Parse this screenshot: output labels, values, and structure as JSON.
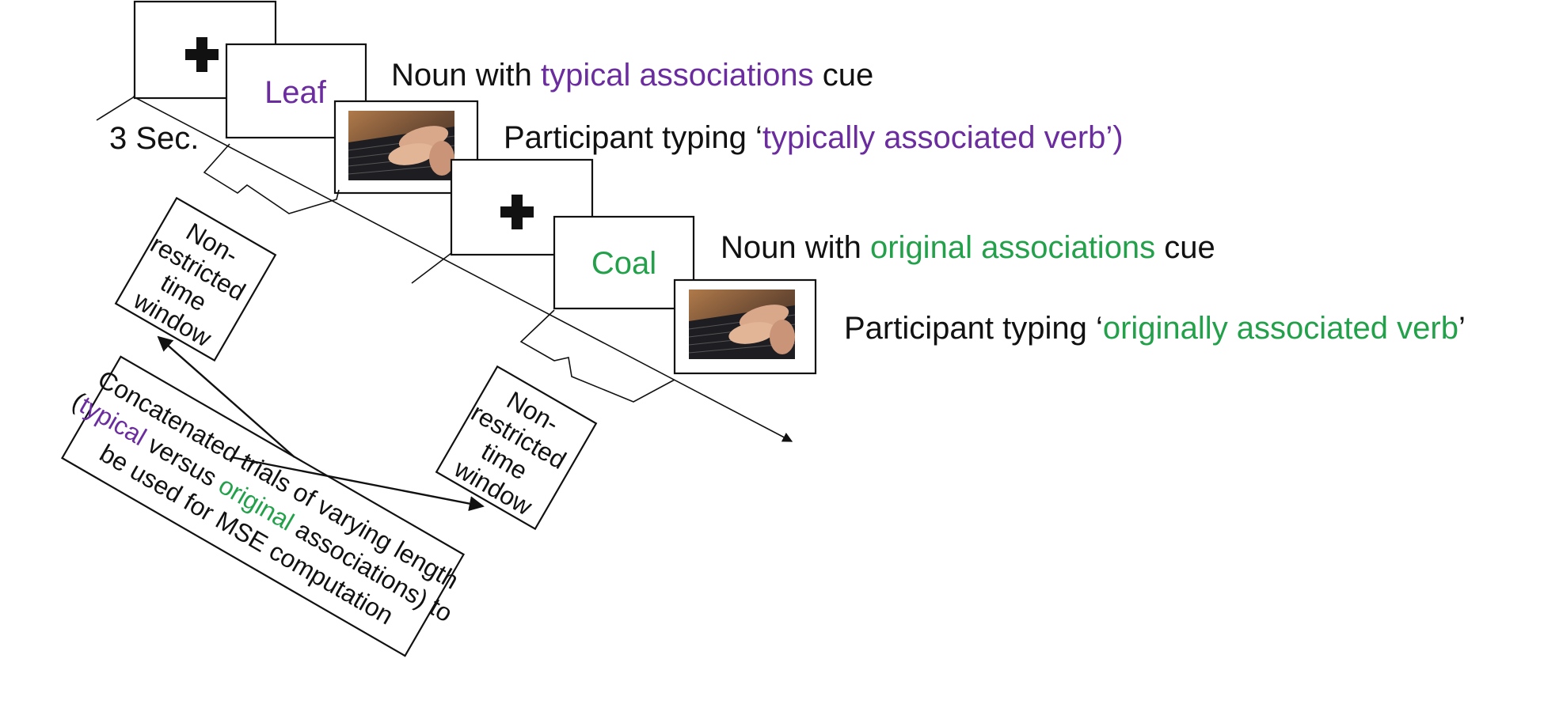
{
  "colors": {
    "typical": "#6a2c9e",
    "original": "#22a04a",
    "ink": "#111111"
  },
  "time_label": "3 Sec.",
  "trial1": {
    "noun": "Leaf",
    "cue_prefix": "Noun with ",
    "cue_highlight": "typical associations",
    "cue_suffix": " cue",
    "typing_prefix": "Participant typing ‘",
    "typing_highlight": "typically associated verb’",
    "typing_suffix": ")"
  },
  "trial2": {
    "noun": "Coal",
    "cue_prefix": "Noun with ",
    "cue_highlight": "original associations",
    "cue_suffix": " cue",
    "typing_prefix": "Participant typing ‘",
    "typing_highlight": "originally associated verb",
    "typing_suffix": "’"
  },
  "window_box": {
    "lines": [
      "Non-",
      "restricted",
      "time",
      "window"
    ]
  },
  "concat_box": {
    "line1": "Concatenated trials of varying length",
    "line2_a": "(",
    "line2_typical": "typical",
    "line2_b": "  versus ",
    "line2_original": "original",
    "line2_c": " associations) to",
    "line3": "be used for MSE computation"
  },
  "icons": [
    "fixation-cross-icon",
    "keyboard-typing-photo"
  ]
}
